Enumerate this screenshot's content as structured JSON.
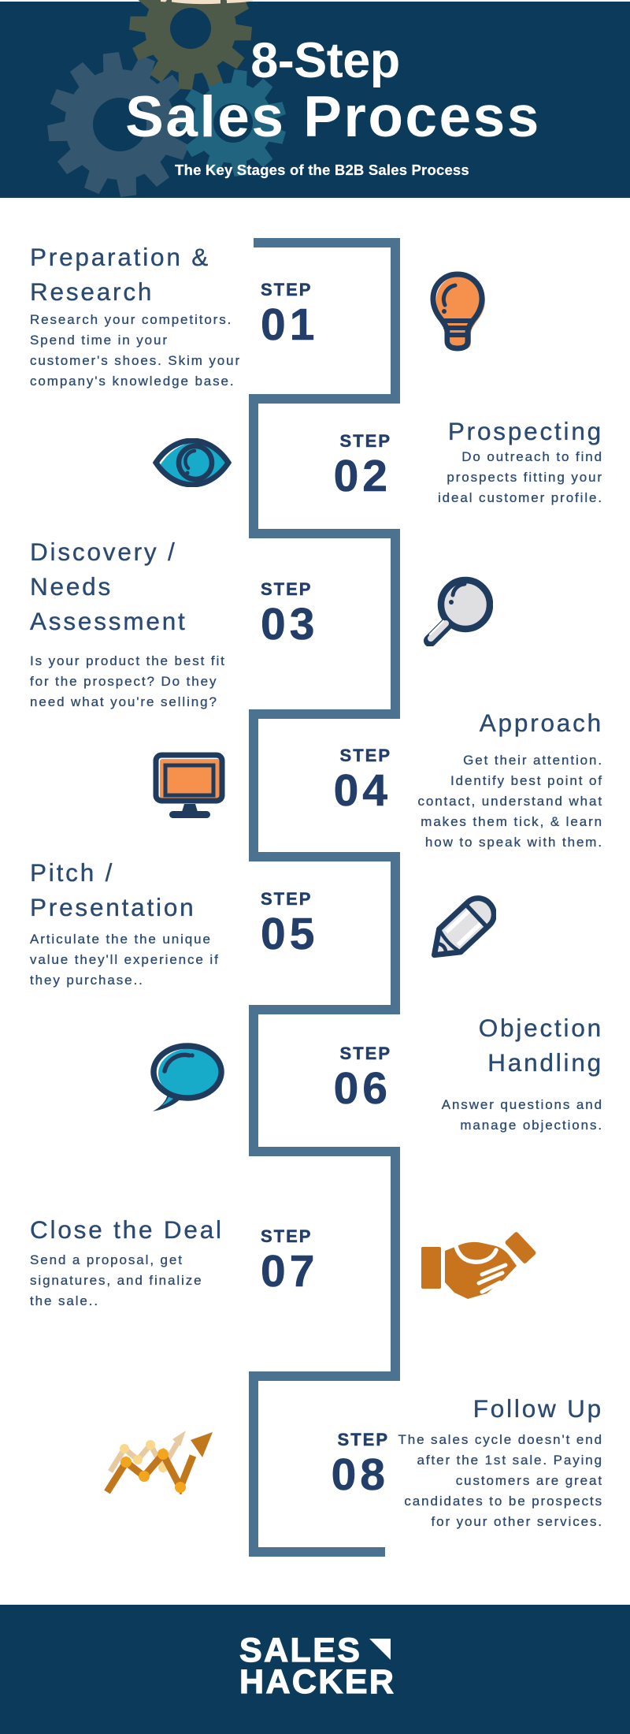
{
  "header": {
    "title_line1": "8-Step",
    "title_line2": "Sales Process",
    "subtitle": "The Key Stages of the B2B Sales Process"
  },
  "steps": [
    {
      "label": "STEP",
      "number": "01",
      "side": "left",
      "icon": "lightbulb-icon",
      "title": "Preparation &\nResearch",
      "description": "Research your competitors.\nSpend time in your\ncustomer's shoes. Skim your\ncompany's knowledge base."
    },
    {
      "label": "STEP",
      "number": "02",
      "side": "right",
      "icon": "eye-icon",
      "title": "Prospecting",
      "description": "Do outreach to find\nprospects fitting your\nideal customer profile."
    },
    {
      "label": "STEP",
      "number": "03",
      "side": "left",
      "icon": "magnifier-icon",
      "title": "Discovery /\nNeeds\nAssessment",
      "description": "Is your product the best fit\nfor the prospect? Do they\nneed what you're selling?"
    },
    {
      "label": "STEP",
      "number": "04",
      "side": "right",
      "icon": "monitor-icon",
      "title": "Approach",
      "description": "Get their attention.\nIdentify best point of\ncontact, understand what\nmakes them tick, & learn\nhow to speak with them."
    },
    {
      "label": "STEP",
      "number": "05",
      "side": "left",
      "icon": "pencil-icon",
      "title": "Pitch /\nPresentation",
      "description": "Articulate the the unique\nvalue they'll experience if\nthey purchase.."
    },
    {
      "label": "STEP",
      "number": "06",
      "side": "right",
      "icon": "speech-bubble-icon",
      "title": "Objection\nHandling",
      "description": "Answer questions and\nmanage objections."
    },
    {
      "label": "STEP",
      "number": "07",
      "side": "left",
      "icon": "handshake-icon",
      "title": "Close the Deal",
      "description": "Send a proposal, get\nsignatures, and finalize\nthe sale.."
    },
    {
      "label": "STEP",
      "number": "08",
      "side": "right",
      "icon": "chart-icon",
      "title": "Follow Up",
      "description": "The sales cycle doesn't end\nafter the 1st sale. Paying\ncustomers are great\ncandidates to be prospects\nfor your other services."
    }
  ],
  "footer": {
    "logo_line1": "SALES",
    "logo_line2": "HACKER"
  },
  "colors": {
    "header_bg": "#0b3a5a",
    "body_bg": "#ffffff",
    "spine": "#4b7290",
    "title_text": "#2b4a72",
    "body_text": "#2d4b70",
    "label_text": "#223e69",
    "accent_orange": "#f6914d",
    "accent_burnt_orange": "#c8731d",
    "accent_teal": "#17aac9",
    "icon_grey": "#dfdfe2",
    "icon_navy": "#1f3b5e"
  }
}
